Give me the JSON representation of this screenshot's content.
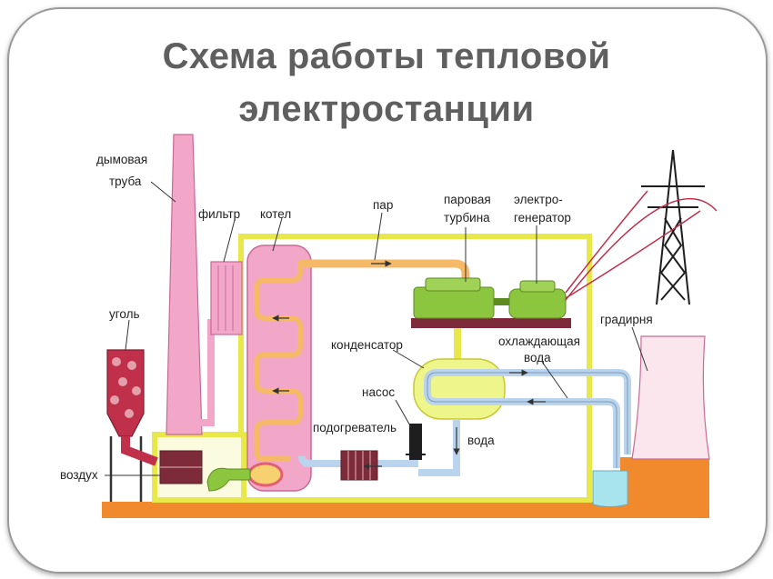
{
  "title": {
    "line1": "Схема работы тепловой",
    "line2": "электростанции"
  },
  "labels": {
    "chimney_line1": "дымовая",
    "chimney_line2": "труба",
    "filter": "фильтр",
    "boiler": "котел",
    "steam": "пар",
    "turbine_line1": "паровая",
    "turbine_line2": "турбина",
    "generator_line1": "электро-",
    "generator_line2": "генератор",
    "coal": "уголь",
    "condenser": "конденсатор",
    "cooling_water_line1": "охлаждающая",
    "cooling_water_line2": "вода",
    "cooling_tower": "градирня",
    "pump": "насос",
    "heater": "подогреватель",
    "water": "вода",
    "air": "воздух"
  },
  "colors": {
    "frame": "#e8e84a",
    "ground": "#f08a2c",
    "chimney": "#f2a6c8",
    "steam_pipe": "#f5b968",
    "water_pipe": "#b9d4ec",
    "turbine": "#8cc63f",
    "platform": "#7d2b3a",
    "coal": "#c0304a",
    "tower_water": "#a8e4ee"
  }
}
